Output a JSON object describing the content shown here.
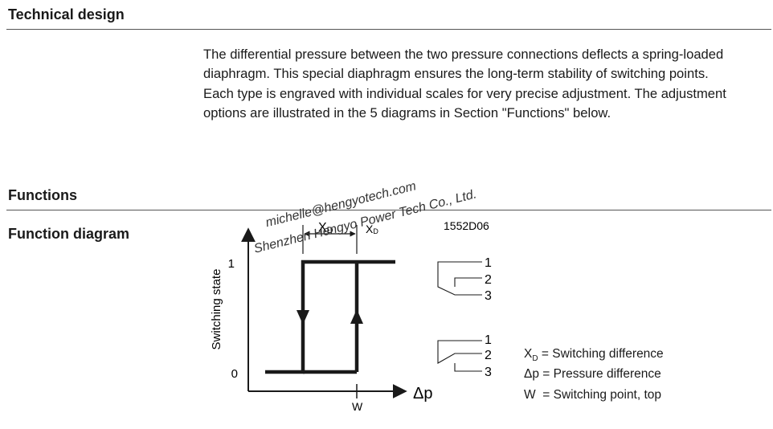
{
  "technical_design": {
    "heading": "Technical design",
    "paragraph1": "The differential pressure between the two pressure connections deflects a spring-loaded diaphragm. This special diaphragm ensures the long-term stability of switching points.",
    "paragraph2": "Each type is engraved with individual scales for very precise adjustment. The adjustment options are illustrated in the 5 diagrams in Section \"Functions\" below."
  },
  "functions": {
    "heading": "Functions",
    "subheading": "Function diagram"
  },
  "watermark": {
    "line1": "michelle@hengyotech.com",
    "line2": "Shenzhen Hengyo Power Tech Co., Ltd."
  },
  "diagram": {
    "code": "1552D06",
    "y_axis_label": "Switching state",
    "y_tick_top": "1",
    "y_tick_bottom": "0",
    "x_axis_label": "Δp",
    "x_tick": "W",
    "xd_letter": "X",
    "xd_sub": "D",
    "xd_side_letter": "X",
    "xd_side_sub": "D",
    "contact_top": [
      "1",
      "2",
      "3"
    ],
    "contact_bottom": [
      "1",
      "2",
      "3"
    ]
  },
  "legend": [
    {
      "symbol": "X",
      "sub": "D",
      "text": " = Switching difference"
    },
    {
      "symbol": "Δp",
      "sub": "",
      "text": " = Pressure difference"
    },
    {
      "symbol": "W",
      "sub": "",
      "text": "  = Switching point, top"
    }
  ]
}
